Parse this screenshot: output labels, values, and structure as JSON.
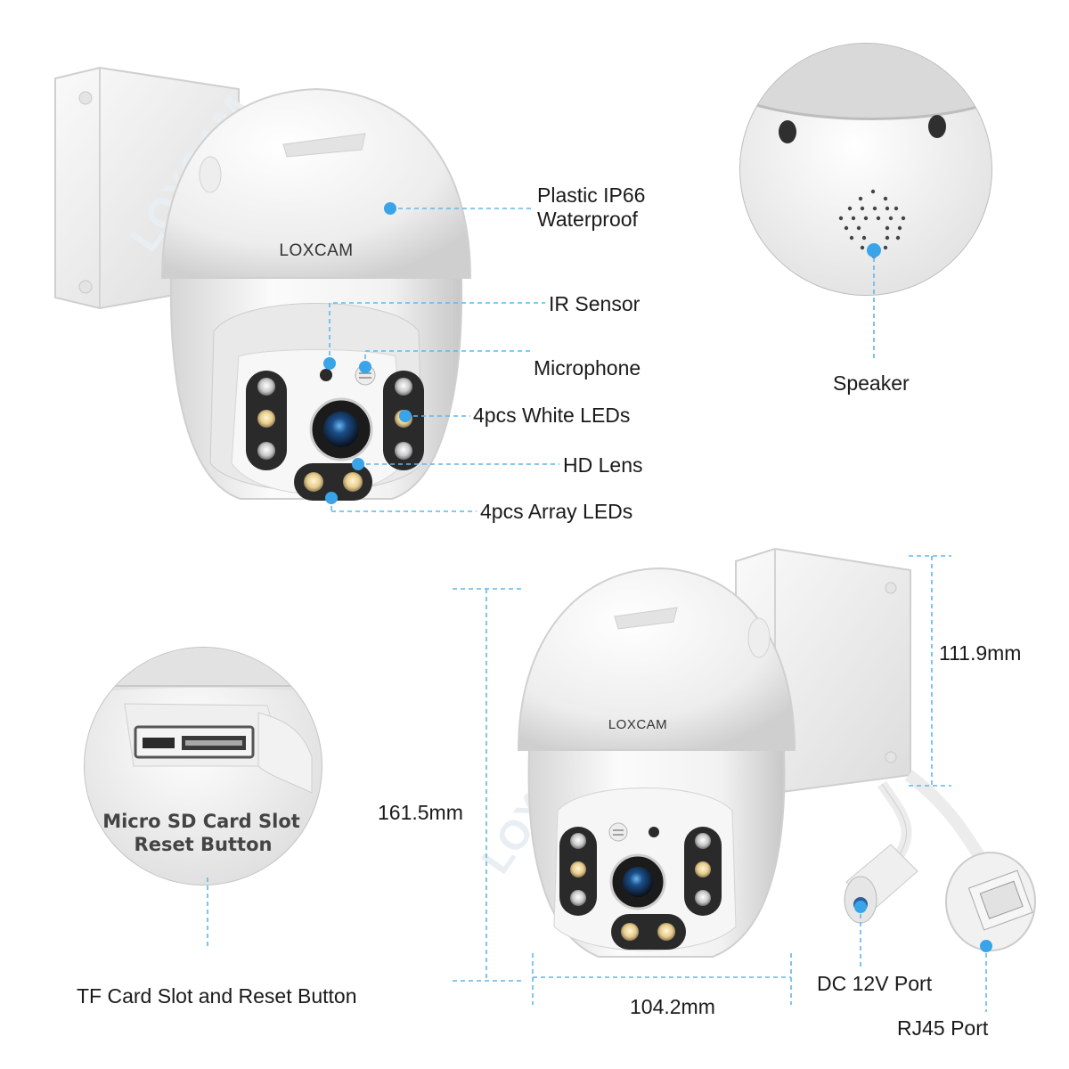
{
  "brand": {
    "name": "LOXCAM"
  },
  "callouts": {
    "plastic_line1": "Plastic IP66",
    "plastic_line2": "Waterproof",
    "ir_sensor": "IR Sensor",
    "microphone": "Microphone",
    "white_leds": "4pcs White LEDs",
    "hd_lens": "HD Lens",
    "array_leds": "4pcs Array LEDs",
    "speaker": "Speaker"
  },
  "slot_closeup": {
    "printed_line1": "Micro SD Card Slot",
    "printed_line2": "Reset Button",
    "caption": "TF Card Slot and Reset Button"
  },
  "dimensions": {
    "height_total": "161.5mm",
    "height_bracket": "111.9mm",
    "width": "104.2mm"
  },
  "ports": {
    "dc": "DC 12V Port",
    "rj45": "RJ45 Port"
  },
  "colors": {
    "callout_dot": "#3aa4e8",
    "leader_line": "#5fb7ea",
    "white_led": "#f1d79a",
    "ir_led": "#c9c9c9"
  },
  "icons": [
    "callout-dot-icon",
    "speaker-grille-icon",
    "camera-lens-icon",
    "led-icon"
  ]
}
